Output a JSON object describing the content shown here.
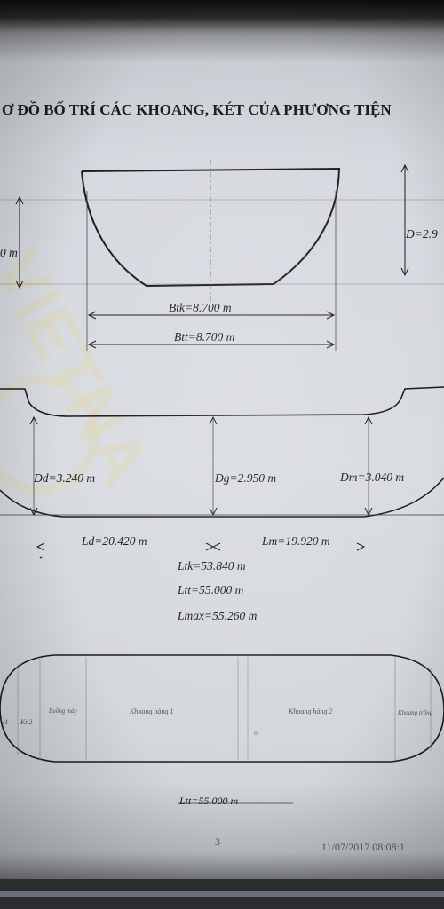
{
  "title": "Ơ ĐỒ BỐ TRÍ CÁC KHOANG, KÉT CỦA PHƯƠNG TIỆN",
  "watermark": "VIETNA",
  "cross_section": {
    "btk_label": "Btk=8.700 m",
    "btt_label": "Btt=8.700 m",
    "depth_label": "D=2.9",
    "left_partial_label": "0 m"
  },
  "side_profile": {
    "dd_label": "Dd=3.240 m",
    "dg_label": "Dg=2.950 m",
    "dm_label": "Dm=3.040 m",
    "ld_label": "Ld=20.420 m",
    "lm_label": "Lm=19.920 m",
    "ltk_label": "Ltk=53.840 m",
    "ltt_label": "Ltt=55.000 m",
    "lmax_label": "Lmax=55.260 m"
  },
  "plan_view": {
    "compartments": [
      "t1",
      "Kn2",
      "Buồng máy",
      "Khoang hàng 1",
      "Khoang hàng 2",
      "Khoang trống"
    ],
    "ltt_label": "Ltt=55.000 m"
  },
  "footer": {
    "page_number": "3",
    "timestamp": "11/07/2017  08:08:1"
  }
}
